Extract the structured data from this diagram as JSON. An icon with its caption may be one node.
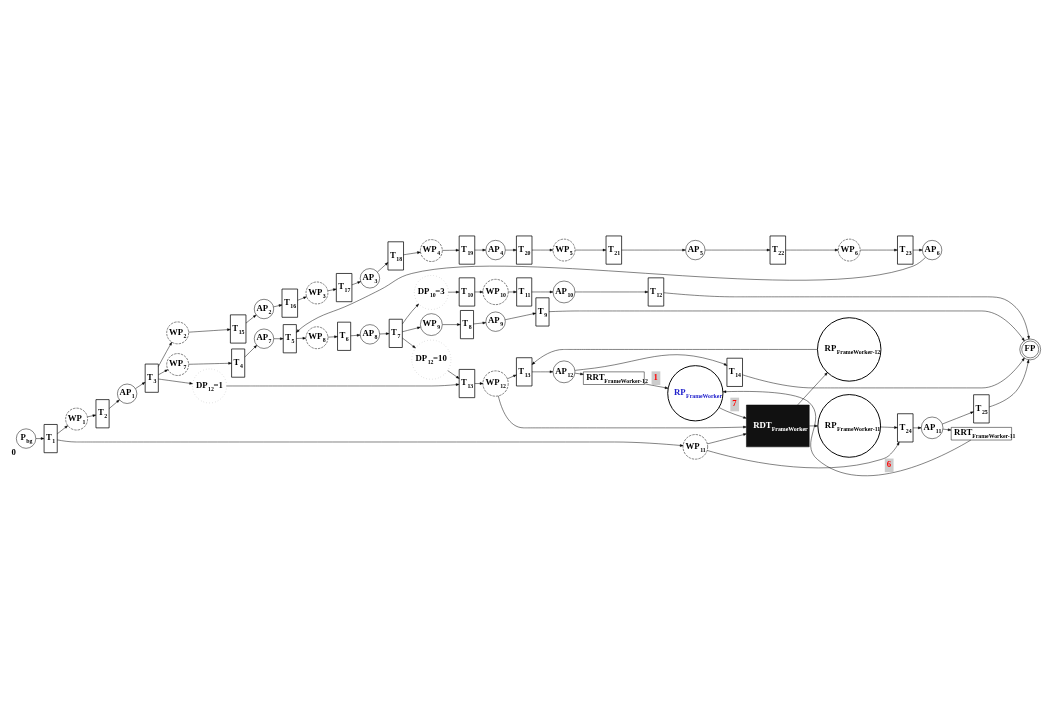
{
  "diagram": {
    "nodes": [
      {
        "text": [
          "WP$_{2}$"
        ]
      },
      {
        "text": [
          "T$_{15}$"
        ]
      },
      {
        "text": [
          "AP$_{2}$"
        ]
      },
      {
        "text": [
          "T$_{16}$"
        ]
      },
      {
        "text": [
          "WP$_{3}$"
        ]
      },
      {
        "text": [
          "T$_{17}$"
        ]
      },
      {
        "text": [
          "AP$_{3}$"
        ]
      },
      {
        "text": [
          "T$_{18}$"
        ]
      },
      {
        "text": [
          "WP$_{4}$"
        ]
      },
      {
        "text": [
          "T$_{19}$"
        ]
      },
      {
        "text": [
          "AP$_{4}$"
        ]
      },
      {
        "text": [
          "T$_{20}$"
        ]
      },
      {
        "text": [
          "WP$_{5}$"
        ]
      },
      {
        "text": [
          "T$_{21}$"
        ]
      },
      {
        "text": [
          "AP$_{5}$"
        ]
      },
      {
        "text": [
          "T$_{22}$"
        ]
      },
      {
        "text": [
          "WP$_{6}$"
        ]
      },
      {
        "text": [
          "T$_{23}$"
        ]
      },
      {
        "text": [
          "AP$_{6}$"
        ]
      },
      {
        "text": [
          "WP$_{9}$"
        ]
      },
      {
        "text": [
          "T$_{8}$"
        ]
      },
      {
        "text": [
          "AP$_{9}$"
        ]
      },
      {
        "text": [
          "T$_{9}$"
        ]
      },
      {
        "text": [
          "P$_{bg}$"
        ],
        "beside": [
          "0"
        ]
      },
      {
        "text": [
          "T$_{1}$"
        ]
      },
      {
        "text": [
          "WP$_{1}$"
        ]
      },
      {
        "text": [
          "T$_{2}$"
        ]
      },
      {
        "text": [
          "AP$_{1}$"
        ]
      },
      {
        "text": [
          "T$_{3}$"
        ]
      },
      {
        "text": [
          "WP$_{7}$"
        ]
      },
      {
        "text": [
          "T$_{4}$"
        ]
      },
      {
        "text": [
          "AP$_{7}$"
        ]
      },
      {
        "text": [
          "T$_{5}$"
        ]
      },
      {
        "text": [
          "WP$_{8}$"
        ]
      },
      {
        "text": [
          "T$_{6}$"
        ]
      },
      {
        "text": [
          "AP$_{8}$"
        ]
      },
      {
        "text": [
          "T$_{7}$"
        ]
      },
      {
        "text": [
          "DP$_{10}$=3"
        ]
      },
      {
        "text": [
          "T$_{10}$"
        ]
      },
      {
        "text": [
          "WP$_{10}$"
        ]
      },
      {
        "text": [
          "T$_{11}$"
        ]
      },
      {
        "text": [
          "AP$_{10}$"
        ]
      },
      {
        "text": [
          "T$_{12}$"
        ]
      },
      {
        "text": [
          "FP"
        ]
      },
      {
        "text": [
          "DP$_{12}$=10"
        ]
      },
      {
        "text": [
          "DP$_{12}$=1"
        ]
      },
      {
        "text": [
          "T$_{13}$"
        ]
      },
      {
        "text": [
          "WP$_{12}$"
        ]
      },
      {
        "text": [
          "T$_{13}$"
        ]
      },
      {
        "text": [
          "AP$_{12}$"
        ]
      },
      {
        "text": [
          "T$_{14}$"
        ]
      },
      {
        "text": [
          "RDT$_{FrameWorker}$"
        ]
      },
      {
        "text": [
          "RP$_{FrameWorker-12}$"
        ]
      },
      {
        "text": [
          "RRT$_{FrameWorker-12}$"
        ]
      },
      {
        "text": [
          "RP$_{FrameWorker}$"
        ]
      },
      {
        "text": [
          "RRT$_{FrameWorker-11}$"
        ]
      },
      {
        "text": [
          "RP$_{FrameWorker-11}$"
        ]
      },
      {
        "text": [
          "WP$_{11}$"
        ]
      },
      {
        "text": [
          "T$_{24}$"
        ]
      },
      {
        "text": [
          "AP$_{11}$"
        ]
      },
      {
        "text": [
          "T$_{25}$"
        ]
      }
    ],
    "edges": [
      {
        "from": 23,
        "to": 24,
        "arrow": "to"
      },
      {
        "from": 24,
        "to": 25,
        "arrow": "to"
      },
      {
        "from": 25,
        "to": 26,
        "arrow": "to"
      },
      {
        "from": 26,
        "to": 27,
        "arrow": "to"
      },
      {
        "from": 27,
        "to": 28,
        "arrow": "to"
      },
      {
        "from": 28,
        "to": 29,
        "arrow": "to"
      },
      {
        "from": 29,
        "to": 30,
        "arrow": "to"
      },
      {
        "from": 30,
        "to": 31,
        "arrow": "to"
      },
      {
        "from": 31,
        "to": 32,
        "arrow": "to"
      },
      {
        "from": 32,
        "to": 33,
        "arrow": "to"
      },
      {
        "from": 33,
        "to": 34,
        "arrow": "to"
      },
      {
        "from": 34,
        "to": 35,
        "arrow": "to"
      },
      {
        "from": 35,
        "to": 36,
        "arrow": "to"
      },
      {
        "from": 36,
        "to": 37,
        "arrow": "to"
      },
      {
        "from": 37,
        "to": 38,
        "arrow": "to"
      },
      {
        "from": 38,
        "to": 39,
        "arrow": "to"
      },
      {
        "from": 39,
        "to": 40,
        "arrow": "to"
      },
      {
        "from": 40,
        "to": 41,
        "arrow": "to"
      },
      {
        "from": 41,
        "to": 42,
        "arrow": "to"
      },
      {
        "from": 42,
        "to": 43,
        "arrow": "to"
      },
      {
        "from": 24,
        "to": 57,
        "arrow": "to"
      },
      {
        "from": 28,
        "to": 0,
        "arrow": "to"
      },
      {
        "from": 28,
        "to": 45,
        "arrow": "to"
      },
      {
        "from": 0,
        "to": 1,
        "arrow": "to"
      },
      {
        "from": 1,
        "to": 2,
        "arrow": "to"
      },
      {
        "from": 2,
        "to": 3,
        "arrow": "to"
      },
      {
        "from": 3,
        "to": 4,
        "arrow": "to"
      },
      {
        "from": 4,
        "to": 5,
        "arrow": "to"
      },
      {
        "from": 5,
        "to": 6,
        "arrow": "to"
      },
      {
        "from": 6,
        "to": 7,
        "arrow": "to"
      },
      {
        "from": 7,
        "to": 8,
        "arrow": "to"
      },
      {
        "from": 8,
        "to": 9,
        "arrow": "to"
      },
      {
        "from": 9,
        "to": 10,
        "arrow": "to"
      },
      {
        "from": 10,
        "to": 11,
        "arrow": "to"
      },
      {
        "from": 11,
        "to": 12,
        "arrow": "to"
      },
      {
        "from": 12,
        "to": 13,
        "arrow": "to"
      },
      {
        "from": 13,
        "to": 14,
        "arrow": "to"
      },
      {
        "from": 14,
        "to": 15,
        "arrow": "to"
      },
      {
        "from": 15,
        "to": 16,
        "arrow": "to"
      },
      {
        "from": 16,
        "to": 17,
        "arrow": "to"
      },
      {
        "from": 17,
        "to": 18,
        "arrow": "to"
      },
      {
        "from": 18,
        "to": 32,
        "arrow": "to"
      },
      {
        "from": 36,
        "to": 19,
        "arrow": "to"
      },
      {
        "from": 19,
        "to": 20,
        "arrow": "to"
      },
      {
        "from": 20,
        "to": 21,
        "arrow": "to"
      },
      {
        "from": 21,
        "to": 22,
        "arrow": "to"
      },
      {
        "from": 22,
        "to": 43,
        "arrow": "to"
      },
      {
        "from": 36,
        "to": 44,
        "arrow": "to"
      },
      {
        "from": 44,
        "to": 46,
        "arrow": "to"
      },
      {
        "from": 45,
        "to": 46,
        "arrow": "to"
      },
      {
        "from": 46,
        "to": 47,
        "arrow": "to"
      },
      {
        "from": 47,
        "to": 48,
        "arrow": "to"
      },
      {
        "from": 48,
        "to": 49,
        "arrow": "to"
      },
      {
        "from": 49,
        "to": 50,
        "arrow": "to"
      },
      {
        "from": 50,
        "to": 43,
        "arrow": "to"
      },
      {
        "from": 52,
        "to": 48,
        "arrow": "to"
      },
      {
        "from": 51,
        "to": 52,
        "arrow": "to"
      },
      {
        "from": 47,
        "to": 51,
        "arrow": "to"
      },
      {
        "from": 57,
        "to": 51,
        "arrow": "to"
      },
      {
        "from": 54,
        "to": 51,
        "label": "7",
        "arrow": "to"
      },
      {
        "from": 51,
        "to": 56,
        "arrow": "to"
      },
      {
        "from": 49,
        "to": 53,
        "arrow": "to"
      },
      {
        "from": 53,
        "to": 54,
        "label": "1",
        "arrow": "to"
      },
      {
        "from": 59,
        "to": 55,
        "arrow": "to"
      },
      {
        "from": 55,
        "to": 54,
        "label": "6",
        "arrow": "to"
      },
      {
        "from": 56,
        "to": 58,
        "arrow": "to"
      },
      {
        "from": 57,
        "to": 58,
        "arrow": "to"
      },
      {
        "from": 58,
        "to": 59,
        "arrow": "to"
      },
      {
        "from": 59,
        "to": 60,
        "arrow": "to"
      },
      {
        "from": 60,
        "to": 43,
        "arrow": "to"
      }
    ]
  }
}
